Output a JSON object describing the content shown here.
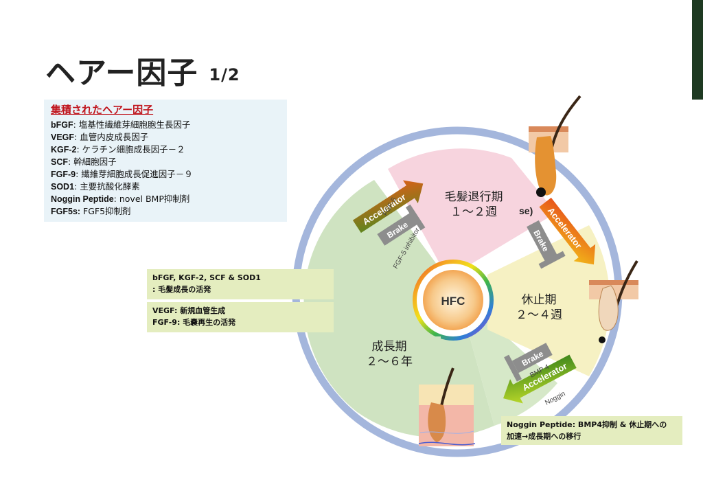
{
  "title": {
    "main": "ヘアー因子",
    "page": "1/2"
  },
  "factor_box": {
    "heading": "集積されたヘアー因子",
    "items": [
      {
        "name": "bFGF",
        "desc": ": 塩基性繊維芽細胞胞生長因子"
      },
      {
        "name": "VEGF",
        "desc": ": 血管内皮成長因子"
      },
      {
        "name": "KGF-2",
        "desc": ": ケラチン細胞成長因子－２"
      },
      {
        "name": "SCF",
        "desc": ": 幹細胞因子"
      },
      {
        "name": "FGF-9",
        "desc": ": 繊維芽細胞成長促進因子－９"
      },
      {
        "name": "SOD1",
        "desc": ": 主要抗酸化酵素"
      },
      {
        "name": "Noggin Peptide",
        "desc": ": novel BMP抑制剤"
      },
      {
        "name": "FGF5s:",
        "desc": " FGF5抑制剤"
      }
    ]
  },
  "callouts": {
    "c1_line1": "bFGF, KGF-2, SCF & SOD1",
    "c1_line2": ": 毛髪成長の活発",
    "c2_line1": "VEGF: 新規血管生成",
    "c2_line2": "FGF-9: 毛嚢再生の活発",
    "c3_line1": "Noggin Peptide: BMP4抑制 & 休止期への",
    "c3_line2": "加速→成長期への移行"
  },
  "diagram": {
    "center": "HFC",
    "catagen_l1": "毛髪退行期",
    "catagen_l2": "１～２週",
    "telogen_l1": "休止期",
    "telogen_l2": "２～４週",
    "anagen_l1": "成長期",
    "anagen_l2": "２～６年",
    "partial_text_1": "se)",
    "partial_text_2": ")",
    "accelerator": "Accelerator",
    "brake": "Brake",
    "fgf5": "FGF-5",
    "fgf5_inhibitor": "FGF-5 inhibitor",
    "bmp4": "BMP 4",
    "noggin": "Noggin"
  },
  "colors": {
    "ring": "#a4b6dc",
    "anagen": "#cfe3c1",
    "catagen": "#f7d4de",
    "telogen": "#f6f1c3",
    "accelerator_left": "#dd5a1c",
    "accelerator_right": "#e77d12",
    "accelerator_bottom": "#4f9a1b",
    "brake": "#8d8d8d",
    "callout_bg": "#e4edbf",
    "heading_red": "#c0141c"
  }
}
